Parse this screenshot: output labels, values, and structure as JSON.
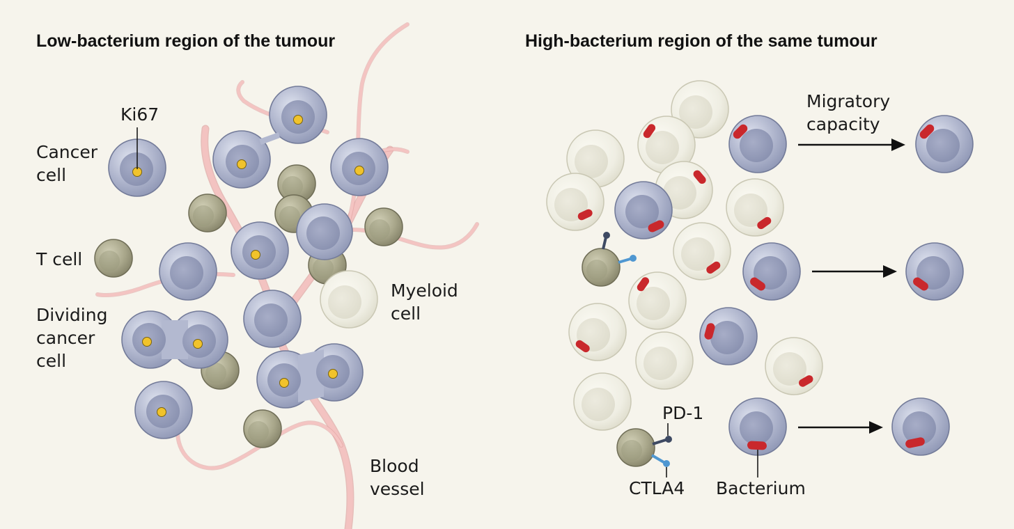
{
  "panels": {
    "left": {
      "title": "Low-bacterium region of the tumour",
      "labels": {
        "ki67": "Ki67",
        "cancer_cell": [
          "Cancer",
          "cell"
        ],
        "t_cell": "T cell",
        "dividing_cancer_cell": [
          "Dividing",
          "cancer",
          "cell"
        ],
        "myeloid_cell": [
          "Myeloid",
          "cell"
        ],
        "blood_vessel": [
          "Blood",
          "vessel"
        ]
      }
    },
    "right": {
      "title": "High-bacterium region of the same tumour",
      "labels": {
        "migratory_capacity": [
          "Migratory",
          "capacity"
        ],
        "pd1": "PD-1",
        "ctla4": "CTLA4",
        "bacterium": "Bacterium"
      }
    }
  },
  "colors": {
    "background": "#f6f4ec",
    "cancer_cell": "#a9b0c8",
    "cancer_nucleus": "#9299b5",
    "t_cell": "#a8a68a",
    "myeloid_cell": "#ecebdf",
    "blood_vessel": "#f0b7b5",
    "bacterium": "#c9282c",
    "ki67": "#f1c32b",
    "pd1": "#3e4a63",
    "ctla4": "#4f97d1"
  }
}
